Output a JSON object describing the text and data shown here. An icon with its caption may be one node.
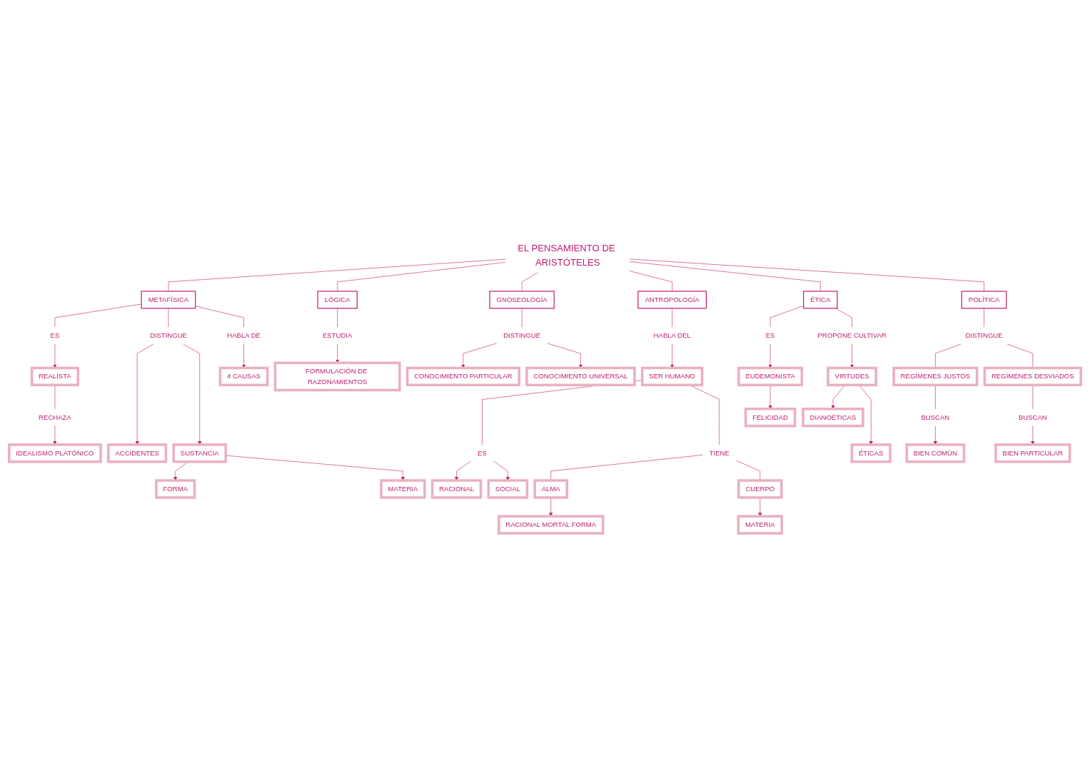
{
  "diagram": {
    "nodes": [
      {
        "text": [
          "EL PENSAMIENTO DE ARISTÓTELES"
        ]
      },
      {
        "text": [
          "METAFÍSICA"
        ]
      },
      {
        "text": [
          "LÓGICA"
        ]
      },
      {
        "text": [
          "GNOSEOLOGÍA"
        ]
      },
      {
        "text": [
          "ANTROPOLOGÍA"
        ]
      },
      {
        "text": [
          "ÉTICA"
        ]
      },
      {
        "text": [
          "POLÍTICA"
        ]
      },
      {
        "text": [
          "ES"
        ]
      },
      {
        "text": [
          "DISTINGUE"
        ]
      },
      {
        "text": [
          "HABLA DE"
        ]
      },
      {
        "text": [
          "REALISTA"
        ]
      },
      {
        "text": [
          "RECHAZA"
        ]
      },
      {
        "text": [
          "IDEALISMO PLATÓNICO"
        ]
      },
      {
        "text": [
          "4 CAUSAS"
        ]
      },
      {
        "text": [
          "ACCIDENTES"
        ]
      },
      {
        "text": [
          "SUSTANCIA"
        ]
      },
      {
        "text": [
          "FORMA"
        ]
      },
      {
        "text": [
          "MATERIA"
        ]
      },
      {
        "text": [
          "ESTUDIA"
        ]
      },
      {
        "text": [
          "FORMULACIÓN DE RAZONAMIENTOS"
        ]
      },
      {
        "text": [
          "DISTINGUE"
        ]
      },
      {
        "text": [
          "CONOCIMIENTO PARTICULAR"
        ]
      },
      {
        "text": [
          "CONOCIMIENTO UNIVERSAL"
        ]
      },
      {
        "text": [
          "HABLA DEL"
        ]
      },
      {
        "text": [
          "SER HUMANO"
        ]
      },
      {
        "text": [
          "ES"
        ]
      },
      {
        "text": [
          "TIENE"
        ]
      },
      {
        "text": [
          "ALMA"
        ]
      },
      {
        "text": [
          "CUERPO"
        ]
      },
      {
        "text": [
          "RACIONAL"
        ]
      },
      {
        "text": [
          "SOCIAL"
        ]
      },
      {
        "text": [
          "MATERIA"
        ]
      },
      {
        "text": [
          "RACIONAL MORTAL FORMA"
        ]
      },
      {
        "text": [
          "ES"
        ]
      },
      {
        "text": [
          "PROPONE CULTIVAR"
        ]
      },
      {
        "text": [
          "EUDEMONISTA"
        ]
      },
      {
        "text": [
          "VIRTUDES"
        ]
      },
      {
        "text": [
          "FELICIDAD"
        ]
      },
      {
        "text": [
          "DIANOÉTICAS"
        ]
      },
      {
        "text": [
          "ÉTICAS"
        ]
      },
      {
        "text": [
          "DISTINGUE"
        ]
      },
      {
        "text": [
          "REGÍMENES JUSTOS"
        ]
      },
      {
        "text": [
          "REGÍMENES DESVIADOS"
        ]
      },
      {
        "text": [
          "BUSCAN"
        ]
      },
      {
        "text": [
          "BUSCAN"
        ]
      },
      {
        "text": [
          "BIEN COMÚN"
        ]
      },
      {
        "text": [
          "BIEN PARTICULAR"
        ]
      }
    ],
    "edges": [
      {
        "from": 0,
        "to": 1,
        "arrow": "none"
      },
      {
        "from": 0,
        "to": 2,
        "arrow": "none"
      },
      {
        "from": 0,
        "to": 3,
        "arrow": "none"
      },
      {
        "from": 0,
        "to": 4,
        "arrow": "none"
      },
      {
        "from": 0,
        "to": 5,
        "arrow": "none"
      },
      {
        "from": 0,
        "to": 6,
        "arrow": "none"
      },
      {
        "from": 1,
        "to": 7,
        "arrow": "none"
      },
      {
        "from": 1,
        "to": 8,
        "arrow": "none"
      },
      {
        "from": 1,
        "to": 9,
        "arrow": "none"
      },
      {
        "from": 7,
        "to": 10,
        "arrow": "to"
      },
      {
        "from": 10,
        "to": 11,
        "arrow": "none"
      },
      {
        "from": 11,
        "to": 12,
        "arrow": "to"
      },
      {
        "from": 9,
        "to": 13,
        "arrow": "to"
      },
      {
        "from": 8,
        "to": 14,
        "arrow": "to"
      },
      {
        "from": 8,
        "to": 15,
        "arrow": "to"
      },
      {
        "from": 15,
        "to": 16,
        "arrow": "to"
      },
      {
        "from": 15,
        "to": 17,
        "arrow": "to"
      },
      {
        "from": 2,
        "to": 18,
        "arrow": "none"
      },
      {
        "from": 18,
        "to": 19,
        "arrow": "to"
      },
      {
        "from": 3,
        "to": 20,
        "arrow": "none"
      },
      {
        "from": 20,
        "to": 21,
        "arrow": "to"
      },
      {
        "from": 20,
        "to": 22,
        "arrow": "to"
      },
      {
        "from": 4,
        "to": 23,
        "arrow": "none"
      },
      {
        "from": 23,
        "to": 24,
        "arrow": "to"
      },
      {
        "from": 24,
        "to": 25,
        "arrow": "none"
      },
      {
        "from": 24,
        "to": 26,
        "arrow": "none"
      },
      {
        "from": 26,
        "to": 27,
        "arrow": "none"
      },
      {
        "from": 26,
        "to": 28,
        "arrow": "none"
      },
      {
        "from": 25,
        "to": 29,
        "arrow": "to"
      },
      {
        "from": 25,
        "to": 30,
        "arrow": "to"
      },
      {
        "from": 28,
        "to": 31,
        "arrow": "to"
      },
      {
        "from": 27,
        "to": 32,
        "arrow": "to"
      },
      {
        "from": 5,
        "to": 33,
        "arrow": "none"
      },
      {
        "from": 5,
        "to": 34,
        "arrow": "none"
      },
      {
        "from": 33,
        "to": 35,
        "arrow": "to"
      },
      {
        "from": 34,
        "to": 36,
        "arrow": "to"
      },
      {
        "from": 35,
        "to": 37,
        "arrow": "to"
      },
      {
        "from": 36,
        "to": 38,
        "arrow": "to"
      },
      {
        "from": 36,
        "to": 39,
        "arrow": "to"
      },
      {
        "from": 6,
        "to": 40,
        "arrow": "none"
      },
      {
        "from": 40,
        "to": 41,
        "arrow": "none"
      },
      {
        "from": 40,
        "to": 42,
        "arrow": "none"
      },
      {
        "from": 41,
        "to": 43,
        "arrow": "none"
      },
      {
        "from": 42,
        "to": 44,
        "arrow": "none"
      },
      {
        "from": 43,
        "to": 45,
        "arrow": "to"
      },
      {
        "from": 44,
        "to": 46,
        "arrow": "to"
      }
    ]
  }
}
